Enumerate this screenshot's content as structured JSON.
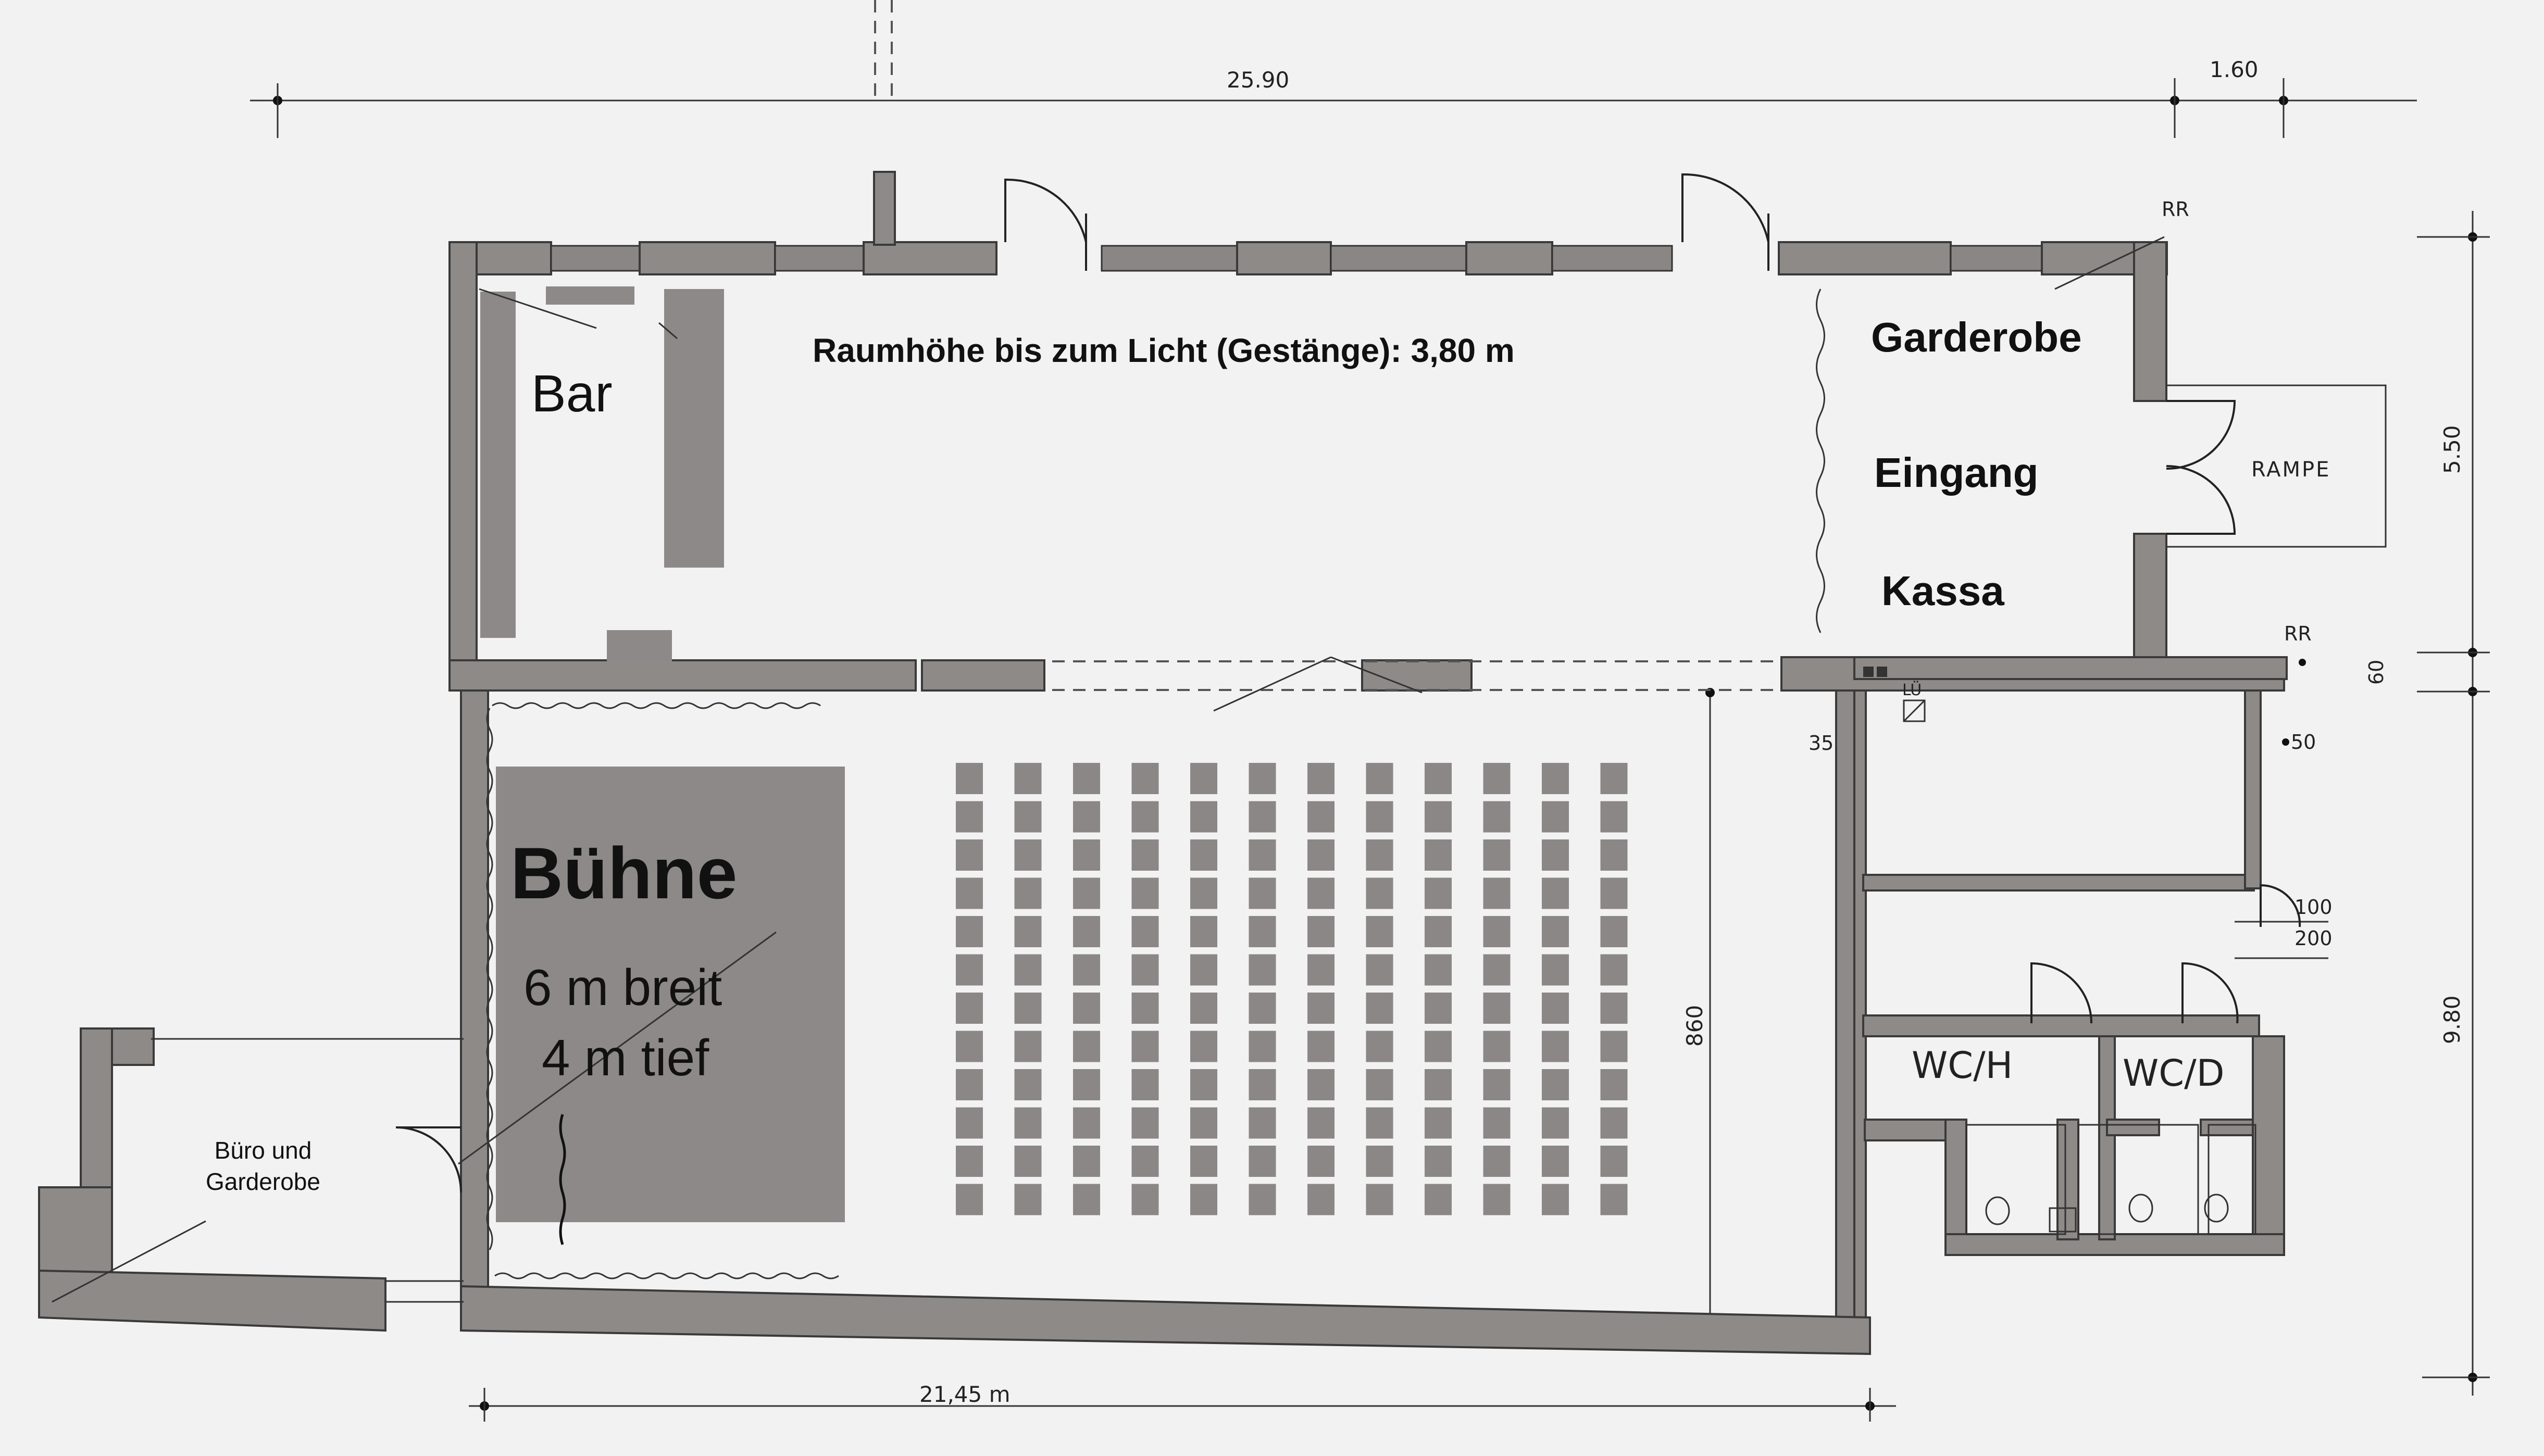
{
  "labels": {
    "room_height": "Raumhöhe bis zum Licht (Gestänge): 3,80 m",
    "bar": "Bar",
    "garderobe": "Garderobe",
    "eingang": "Eingang",
    "kassa": "Kassa",
    "rampe": "RAMPE",
    "rr_top": "RR",
    "rr_mid": "RR",
    "stage_title": "Bühne",
    "stage_width": "6 m breit",
    "stage_depth": "4 m tief",
    "office_line1": "Büro und",
    "office_line2": "Garderobe",
    "wc_men": "WC/H",
    "wc_women": "WC/D",
    "lue": "LÜ"
  },
  "dimensions": {
    "top_overall": "25.90",
    "top_right": "1.60",
    "right_upper": "5.50",
    "right_small": "60",
    "right_lower": "9.80",
    "hall_depth": "860",
    "bottom_overall": "21,45 m",
    "wall_35": "35",
    "wall_50": "50",
    "door_100": "100",
    "door_200": "200"
  },
  "seating": {
    "columns": 12,
    "rows": 12
  }
}
